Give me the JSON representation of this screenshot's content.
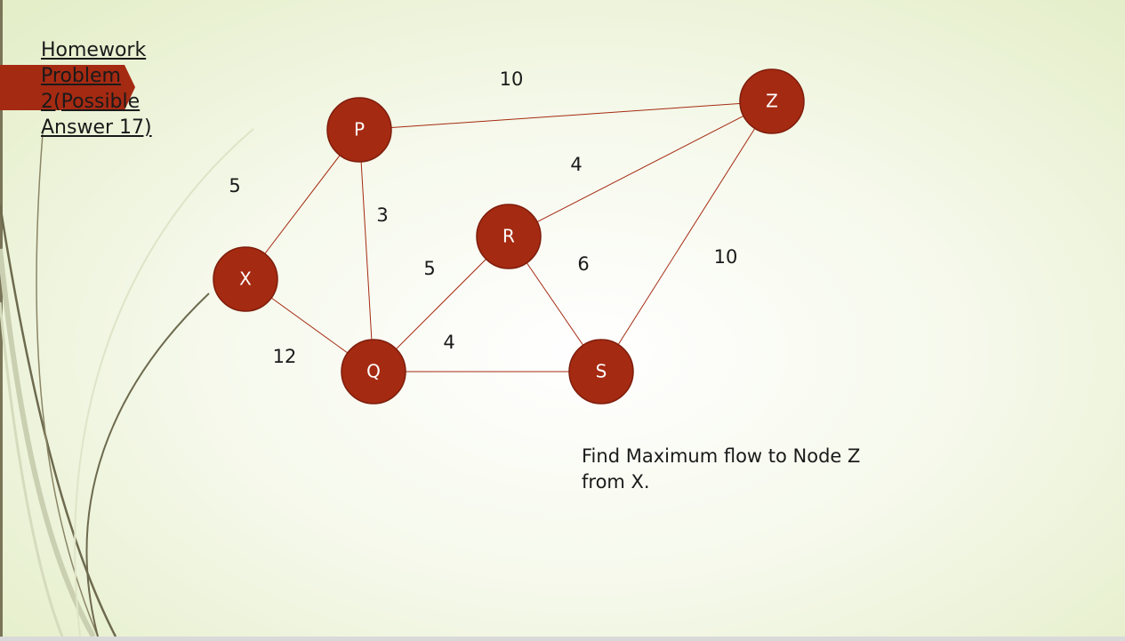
{
  "slide": {
    "title": "Homework Problem 2(Possible Answer 17)",
    "question": "Find Maximum flow to Node Z from X.",
    "accent_color": "#a52a12"
  },
  "graph": {
    "nodes": [
      {
        "id": "P",
        "label": "P"
      },
      {
        "id": "Z",
        "label": "Z"
      },
      {
        "id": "R",
        "label": "R"
      },
      {
        "id": "X",
        "label": "X"
      },
      {
        "id": "Q",
        "label": "Q"
      },
      {
        "id": "S",
        "label": "S"
      }
    ],
    "edges": [
      {
        "from": "P",
        "to": "Z",
        "capacity": "10"
      },
      {
        "from": "X",
        "to": "P",
        "capacity": "5"
      },
      {
        "from": "P",
        "to": "Q",
        "capacity": "3"
      },
      {
        "from": "R",
        "to": "Z",
        "capacity": "4"
      },
      {
        "from": "Q",
        "to": "R",
        "capacity": "5"
      },
      {
        "from": "R",
        "to": "S",
        "capacity": "6"
      },
      {
        "from": "S",
        "to": "Z",
        "capacity": "10"
      },
      {
        "from": "X",
        "to": "Q",
        "capacity": "12"
      },
      {
        "from": "Q",
        "to": "S",
        "capacity": "4"
      }
    ]
  }
}
